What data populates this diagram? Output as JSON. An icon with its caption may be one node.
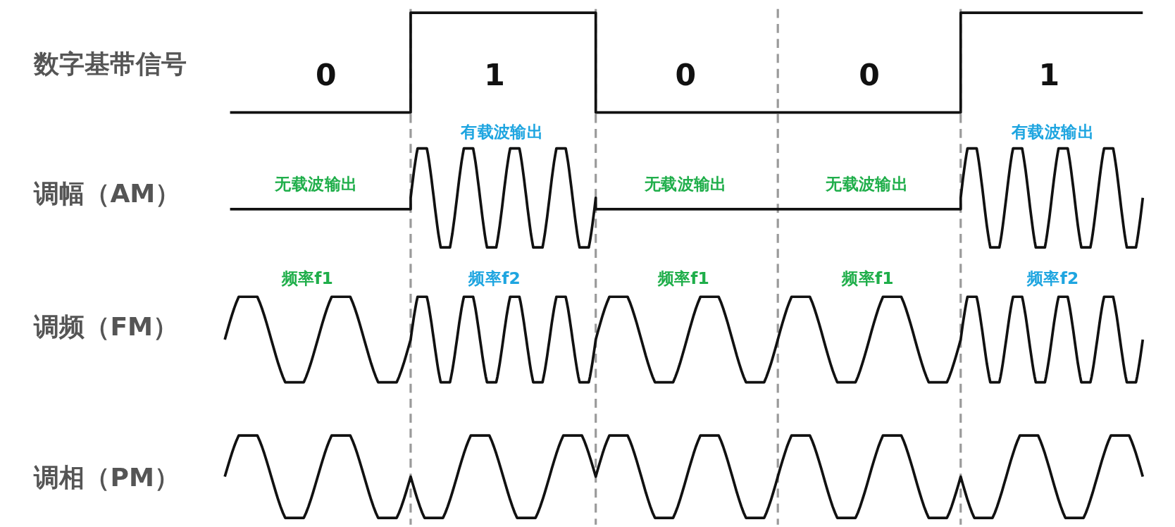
{
  "diagram": {
    "labels": [
      "数字基带信号",
      "0",
      "1",
      "0",
      "0",
      "1",
      "有载波输出",
      "有载波输出",
      "调幅（AM）",
      "无载波输出",
      "无载波输出",
      "无载波输出",
      "频率f1",
      "频率f2",
      "频率f1",
      "频率f1",
      "频率f2",
      "调频（FM）",
      "调相（PM）"
    ]
  }
}
